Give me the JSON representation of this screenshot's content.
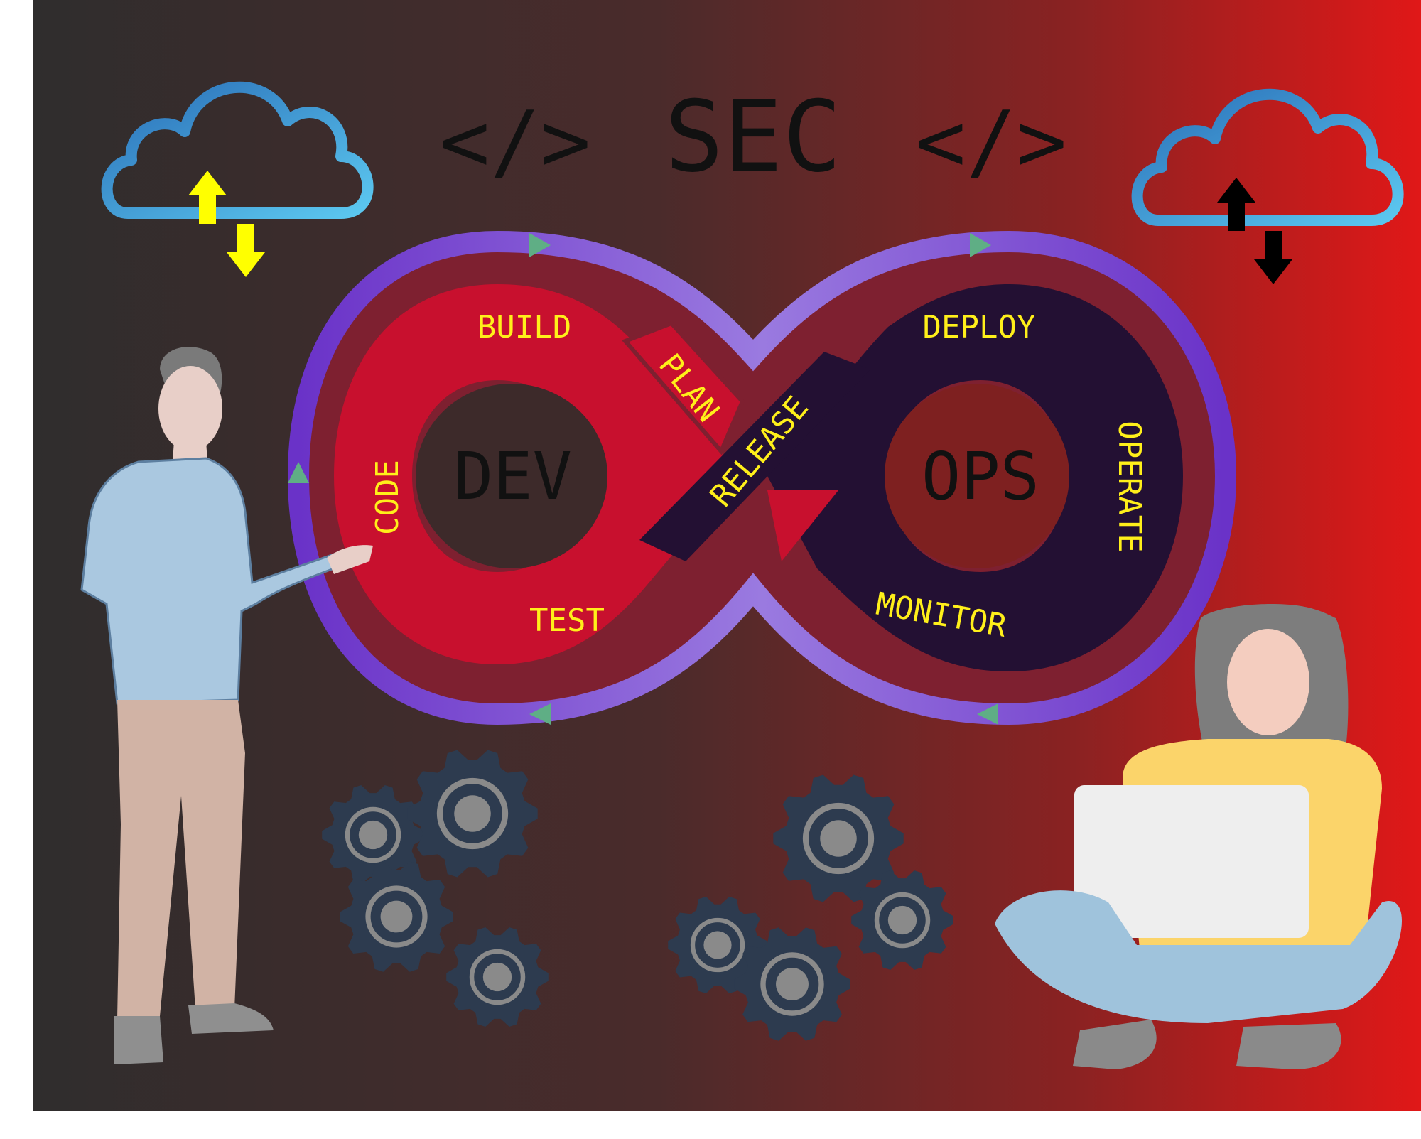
{
  "header": {
    "left_tag": "</>",
    "title": "SEC",
    "right_tag": "</>"
  },
  "hubs": {
    "dev": "DEV",
    "ops": "OPS"
  },
  "stages": {
    "plan": "PLAN",
    "code": "CODE",
    "build": "BUILD",
    "test": "TEST",
    "release": "RELEASE",
    "deploy": "DEPLOY",
    "operate": "OPERATE",
    "monitor": "MONITOR"
  },
  "icons": {
    "cloud_left": "cloud-sync-icon",
    "cloud_right": "cloud-sync-icon",
    "gear": "gear-icon"
  },
  "colors": {
    "background_left": "#2e2e2e",
    "background_right": "#d81818",
    "dev_loop": "#c8102e",
    "ops_loop": "#231033",
    "outer_ring": "#8a4fd6",
    "ring_accent": "#5fae85",
    "stage_text": "#ffef1a",
    "hub_text": "#111111",
    "gear": "#2d3b4f",
    "gear_hub": "#8a8a8a",
    "cloud": "#3a8fd0",
    "arrow_left_cloud": "#ffff00",
    "arrow_right_cloud": "#000000"
  }
}
